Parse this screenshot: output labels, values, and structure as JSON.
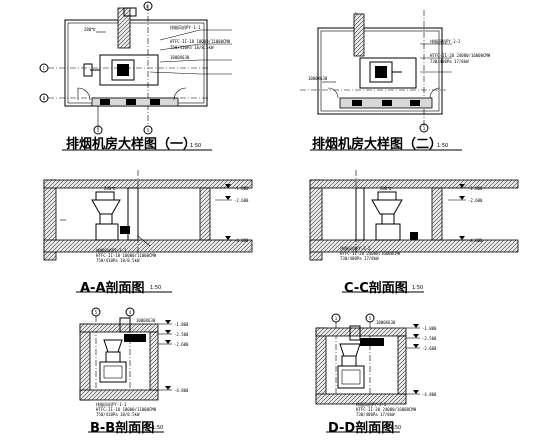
{
  "titles": {
    "plan1": "排烟机房大样图（一）",
    "plan1_scale": "1:50",
    "plan2": "排烟机房大样图（二）",
    "plan2_scale": "1:50",
    "sec_aa": "A-A剖面图",
    "sec_aa_scale": "1:50",
    "sec_cc": "C-C剖面图",
    "sec_cc_scale": "1:50",
    "sec_bb": "B-B剖面图",
    "sec_bb_scale": "1:50",
    "sec_dd": "D-D剖面图",
    "sec_dd_scale": "1:50"
  },
  "grid_labels": {
    "plan1_top": "4",
    "plan1_left_a": "C",
    "plan1_left_b": "B",
    "plan1_bottom_a": "1",
    "plan1_bottom_b": "5",
    "plan2_bottom": "1",
    "sec_bb_a": "5",
    "sec_bb_b": "4",
    "sec_dd_a": "1",
    "sec_dd_b": "5"
  },
  "notes": {
    "fan_tag_1": "排烟风机PY-1-1",
    "fan_spec_1": "HTFC-II-18 18000/11000CMH",
    "fan_perf_1": "750/410Pa 18/8.5kW",
    "fan_tag_2": "排烟风机PY-2-2",
    "fan_spec_2": "HTFC-II-20 24000/16000CMH",
    "fan_perf_2": "730/400Pa 17/8kW",
    "elev_1": "-1.800",
    "elev_2": "-2.600",
    "elev_3": "-4.800",
    "elev_4": "-2.500",
    "damper": "280℃",
    "duct_size": "1000X630"
  }
}
